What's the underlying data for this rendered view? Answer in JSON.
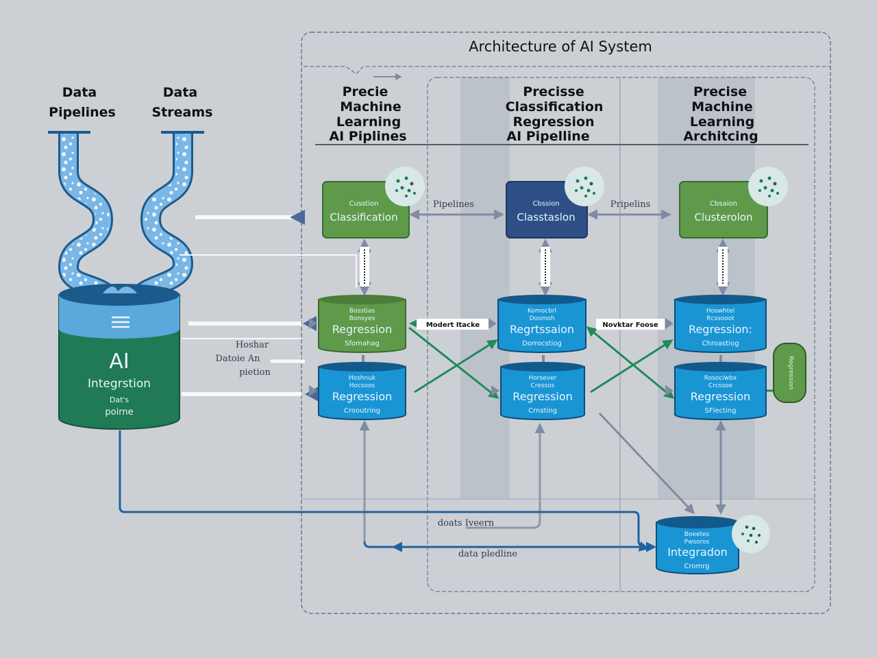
{
  "title": "Architecture of AI System",
  "sources": {
    "left_label_line1": "Data",
    "left_label_line2": "Pipelines",
    "right_label_line1": "Data",
    "right_label_line2": "Streams"
  },
  "integration_store": {
    "title": "AI",
    "subtitle": "Integrstion",
    "small_line1": "Dat's",
    "small_line2": "poirne",
    "side_labels": [
      "Hoshar",
      "Datoie An",
      "pietion"
    ]
  },
  "columns": [
    {
      "lines": [
        "Precie",
        "Machine",
        "Learning",
        "AI Piplines"
      ]
    },
    {
      "lines": [
        "Precisse",
        "Classification",
        "Regression",
        "AI Pipelline"
      ]
    },
    {
      "lines": [
        "Precise",
        "Machine",
        "Learning",
        "Architcing"
      ]
    }
  ],
  "top_nodes": [
    {
      "small": "Cusstion",
      "main": "Classification",
      "color": "#5e9a4a"
    },
    {
      "small": "Cbssion",
      "main": "Classtaslon",
      "color": "#2e4f86"
    },
    {
      "small": "Cbsaion",
      "main": "Clusterolon",
      "color": "#5e9a4a"
    }
  ],
  "top_links": [
    "Pipelines",
    "Pripelins"
  ],
  "mid_nodes": [
    {
      "small1": "Bosstias",
      "small2": "Bonsyes",
      "main": "Regression",
      "sub": "Sfomahag",
      "color": "#5e9a4a"
    },
    {
      "small1": "Komocbrl",
      "small2": "Dosmoh",
      "main": "Regrtssaion",
      "sub": "Dorrocstiog",
      "color": "#1a95d4"
    },
    {
      "small1": "Hoswhtel",
      "small2": "Rcssooot",
      "main": "Regression:",
      "sub": "Chroastiog",
      "color": "#1a95d4"
    }
  ],
  "mid_links": [
    "Modert Itacke",
    "Novktar Foose"
  ],
  "bottom_nodes": [
    {
      "small1": "Hoshnuk",
      "small2": "Hocsoos",
      "main": "Regression",
      "sub": "Crooutring",
      "color": "#1a95d4"
    },
    {
      "small1": "Horsever",
      "small2": "Cressos",
      "main": "Regression",
      "sub": "Crnsting",
      "color": "#1a95d4"
    },
    {
      "small1": "Rosociwbx",
      "small2": "Crcssoe",
      "main": "Regression",
      "sub": "SFlecting",
      "color": "#1a95d4"
    }
  ],
  "side_pill": {
    "text": "Regression",
    "color": "#5e9a4a"
  },
  "final_node": {
    "small1": "Boeetes",
    "small2": "Pwsoros",
    "main": "Integradon",
    "sub": "Cromrg",
    "color": "#1a95d4"
  },
  "flow_labels": {
    "stream": "doats Iveern",
    "pipeline": "data pledline"
  },
  "colors": {
    "background": "#ccd0d4",
    "pipe_fill": "#7ab7e6",
    "pipe_outline": "#1c5a8c",
    "store_green": "#1f7a55",
    "store_cap": "#5ba8dc",
    "arrow_gray": "#7f8ba3",
    "arrow_green": "#1f8a5a",
    "line_blue": "#1e62a0"
  }
}
